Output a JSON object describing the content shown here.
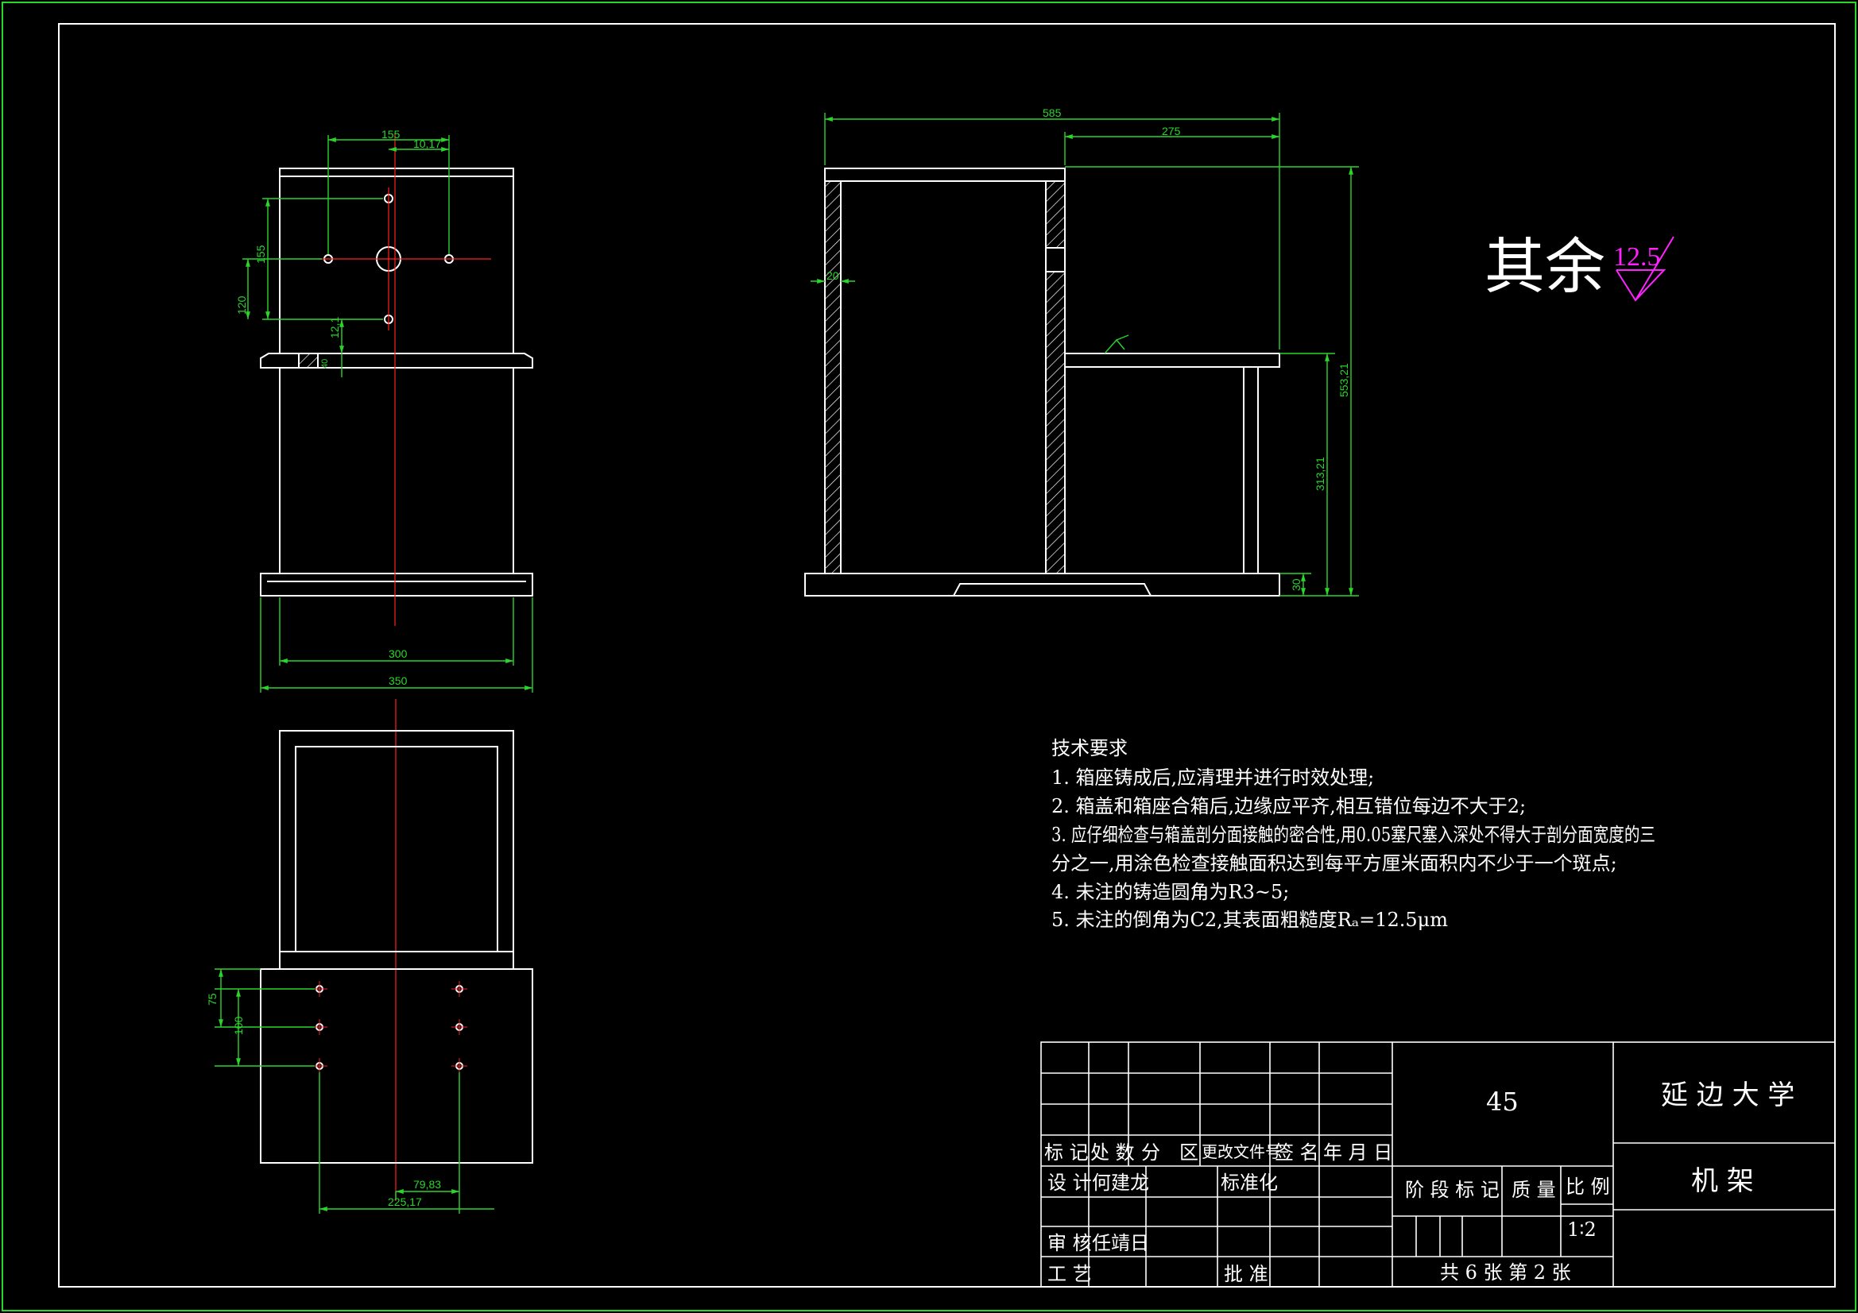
{
  "colors": {
    "background": "#000000",
    "line": "#ffffff",
    "dimension": "#2bd62b",
    "centerline": "#ff2020",
    "roughness": "#ff22ff",
    "frame": "#2bd62b"
  },
  "front_view": {
    "dims": {
      "top_155": "155",
      "top_1017": "10,17",
      "left_155": "155",
      "left_120": "120",
      "d_121": "12,1",
      "d_40": "40",
      "w_300": "300",
      "w_350": "350"
    }
  },
  "side_view": {
    "dims": {
      "w_585": "585",
      "w_275": "275",
      "wall_20": "20",
      "h_55321": "553,21",
      "h_31321": "313,21",
      "h_30": "30"
    }
  },
  "top_view": {
    "dims": {
      "d_75": "75",
      "d_100": "100",
      "d_7983": "79,83",
      "d_22517": "225,17"
    }
  },
  "roughness": {
    "label": "其余",
    "value": "12.5"
  },
  "tech_requirements": {
    "title": "技术要求",
    "lines": [
      "1. 箱座铸成后,应清理并进行时效处理;",
      "2. 箱盖和箱座合箱后,边缘应平齐,相互错位每边不大于2;",
      "3. 应仔细检查与箱盖剖分面接触的密合性,用0.05塞尺塞入深处不得大于剖分面宽度的三",
      "分之一,用涂色检查接触面积达到每平方厘米面积内不少于一个斑点;",
      "4. 未注的铸造圆角为R3~5;",
      "5. 未注的倒角为C2,其表面粗糙度Rₐ=12.5μm"
    ]
  },
  "title_block": {
    "headers": [
      "标 记",
      "处 数",
      "分",
      "区",
      "更改文件号",
      "签 名",
      "年 月 日"
    ],
    "design_label": "设 计",
    "designer": "何建龙",
    "standardize_label": "标准化",
    "review_label": "审 核",
    "reviewer": "任靖日",
    "process_label": "工 艺",
    "approve_label": "批 准",
    "material": "45",
    "stage_label": "阶 段 标 记",
    "mass_label": "质 量",
    "scale_label": "比 例",
    "scale": "1∶2",
    "sheets": "共 6  张  第 2  张",
    "school": "延 边 大 学",
    "part_name": "机  架"
  }
}
